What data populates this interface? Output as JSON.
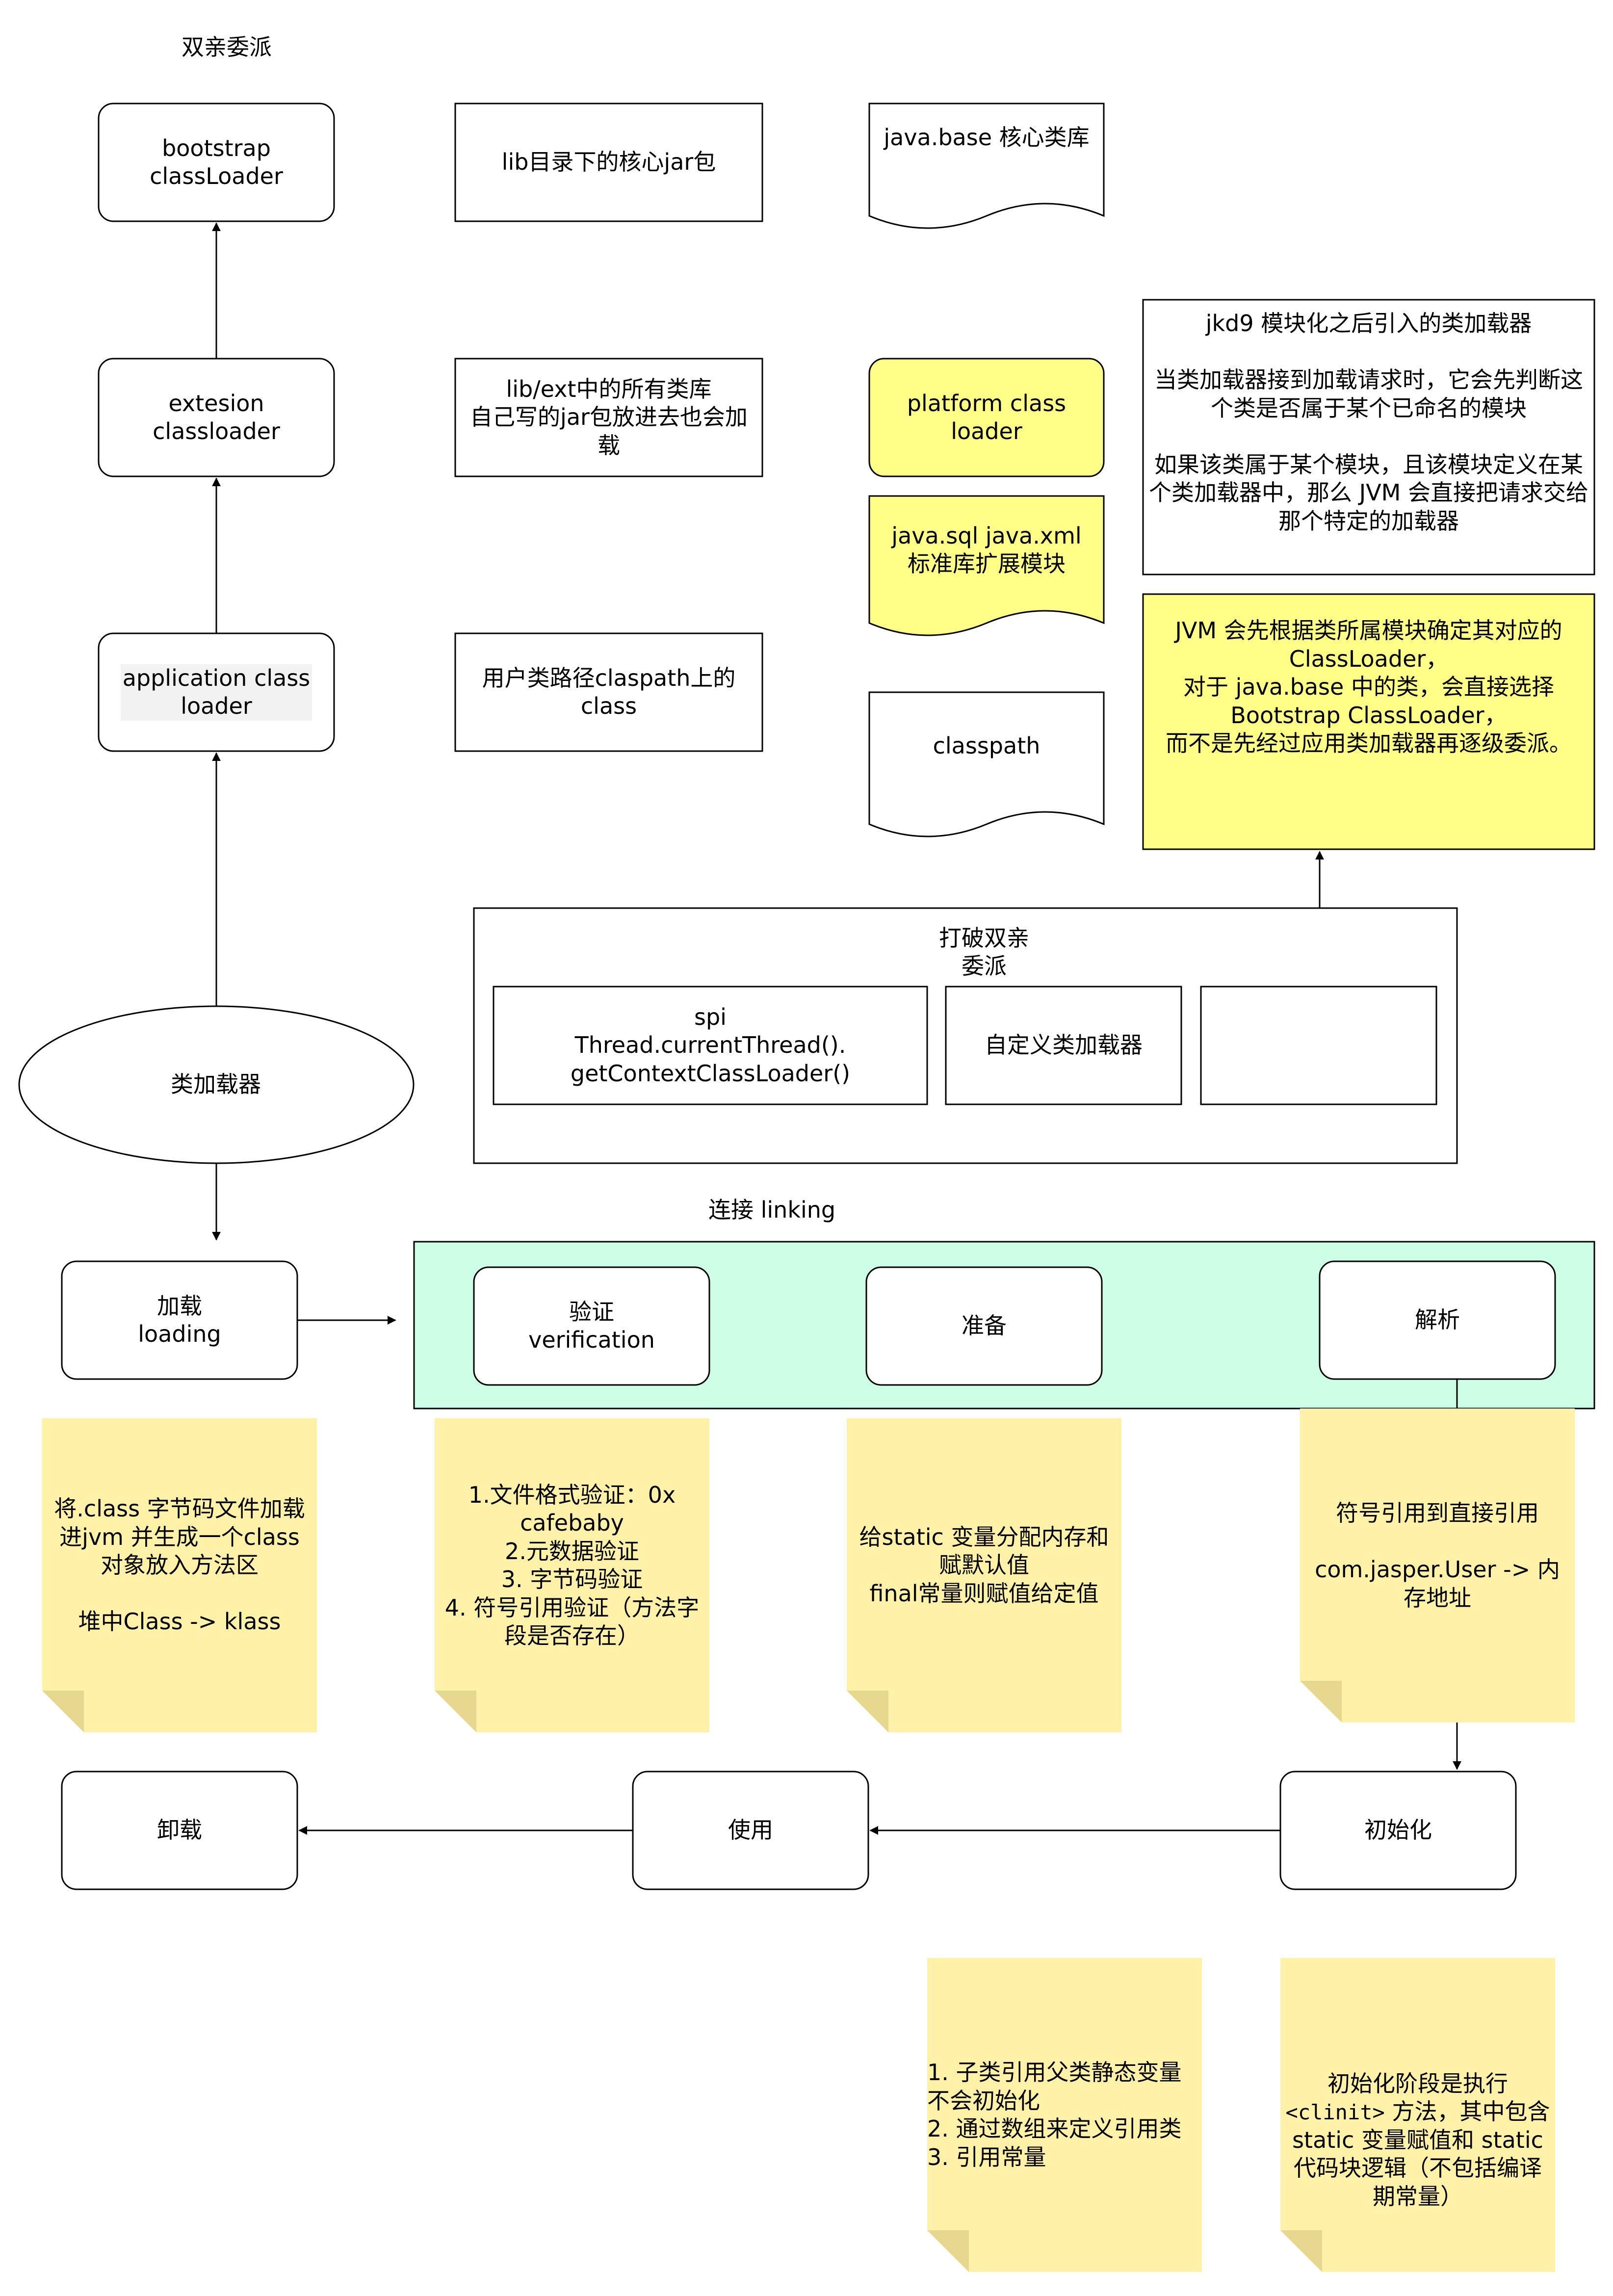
{
  "title": "双亲委派",
  "nodes": {
    "bootstrap": "bootstrap\nclassLoader",
    "extension": "extesion classloader",
    "application": "application class\nloader",
    "classloader": "类加载器",
    "lib_core": "lib目录下的核心jar包",
    "lib_ext": "lib/ext中的所有类库\n自己写的jar包放进去也会加\n载",
    "user_classpath": "用户类路径claspath上的\nclass",
    "java_base": "java.base 核心类库",
    "platform": "platform class loader",
    "java_sql": "java.sql  java.xml\n标准库扩展模块",
    "classpath": "classpath",
    "jdk9": "jkd9 模块化之后引入的类加载器\n\n当类加载器接到加载请求时，它会先判断这个类是否属于某个已命名的模块\n\n如果该类属于某个模块，且该模块定义在某个类加载器中，那么 JVM 会直接把请求交给那个特定的加载器",
    "jvm_module": "JVM 会先根据类所属模块确定其对应的\nClassLoader，\n对于 java.base 中的类，会直接选择\nBootstrap ClassLoader，\n而不是先经过应用类加载器再逐级委派。",
    "break_title": "打破双亲\n委派",
    "spi": "spi\nThread.currentThread().\ngetContextClassLoader()",
    "custom_loader": "自定义类加载器",
    "linking_title": "连接 linking",
    "loading": "加载\nloading",
    "verification": "验证\nverification",
    "prepare": "准备",
    "resolve": "解析",
    "unload": "卸载",
    "use": "使用",
    "init": "初始化"
  },
  "notes": {
    "loading_note": "将.class 字节码文件加载进jvm 并生成一个class 对象放入方法区\n\n堆中Class -> klass",
    "verify_note": "1.文件格式验证：0x\ncafebaby\n2.元数据验证\n3. 字节码验证\n4. 符号引用验证（方法字段是否存在）",
    "prepare_note": "给static 变量分配内存和赋默认值\nfinal常量则赋值给定值",
    "resolve_note": "符号引用到直接引用\n\ncom.jasper.User -> 内存地址",
    "init_cases_note": "1. 子类引用父类静态变量不会初始化\n2. 通过数组来定义引用类\n3. 引用常量",
    "clinit_prefix": "初始化阶段是执行 ",
    "clinit_code": "<clinit>",
    "clinit_suffix": " 方法，其中包含 static 变量赋值和 static 代码块逻辑（不包括编译期常量）"
  },
  "colors": {
    "stroke": "#000000",
    "yellow": "#ffff88",
    "note": "#fff2a8",
    "linking_bg": "#ccffe6",
    "white": "#ffffff"
  }
}
